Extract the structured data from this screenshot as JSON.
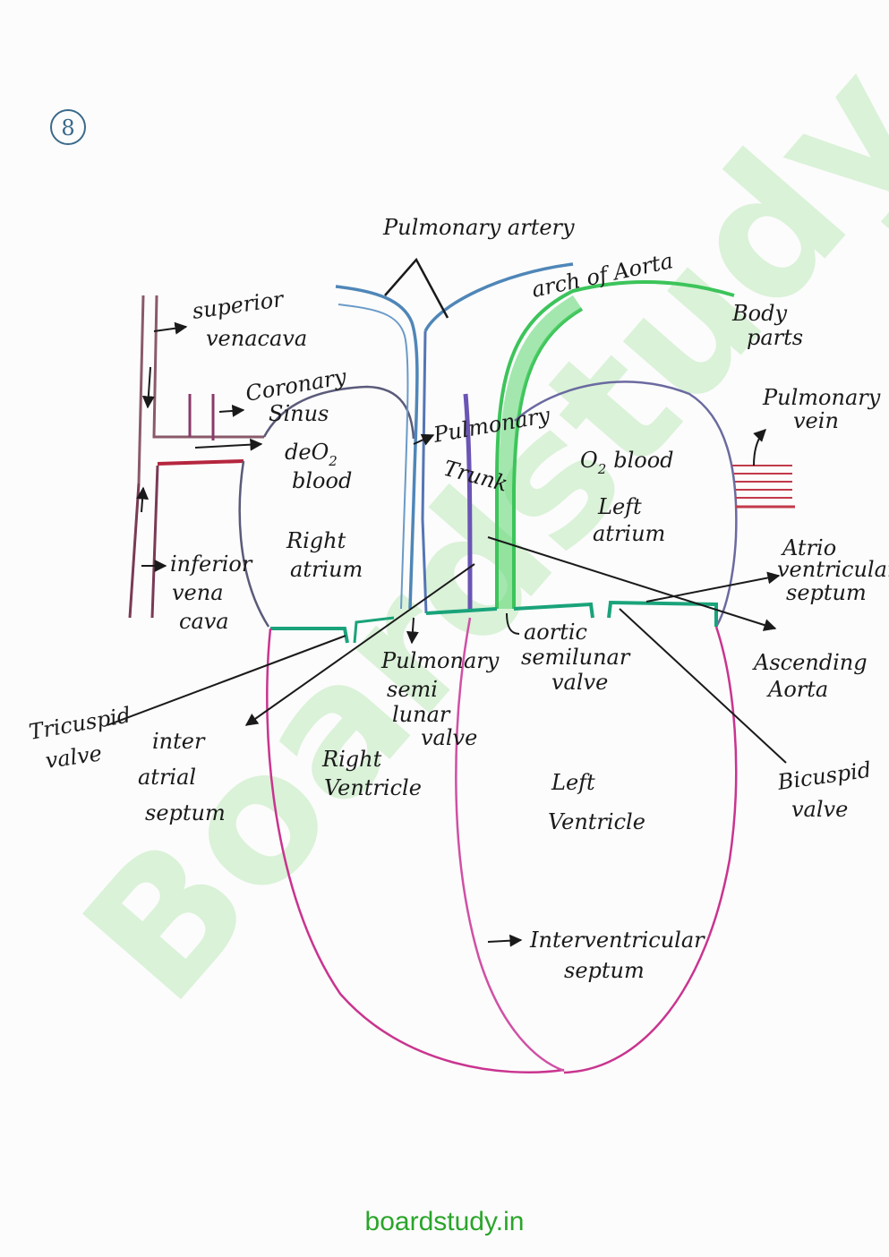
{
  "page_number": "8",
  "watermark": "Boardstudy",
  "footer_text": "boardstudy.in",
  "colors": {
    "ink": "#1a1a1a",
    "blue_vessel": "#4f86b8",
    "purple_vessel": "#6a55b5",
    "green_aorta": "#3cc45a",
    "red_vessel": "#c23a4a",
    "ventricle_pink": "#c9348f",
    "valve_green": "#1aa37a",
    "grey_vein": "#7a7a9a",
    "watermark": "#cdeec9",
    "footer": "#2aa52a"
  },
  "labels": {
    "pulmonary_artery": "Pulmonary artery",
    "arch_of_aorta": "arch of Aorta",
    "superior_vena_cava": [
      "superior",
      "venacava"
    ],
    "body_parts": [
      "Body",
      "parts"
    ],
    "coronary_sinus": [
      "Coronary",
      "Sinus"
    ],
    "pulmonary_vein": [
      "Pulmonary",
      "vein"
    ],
    "deo2_blood": [
      "deO",
      "blood"
    ],
    "deo2_subscript": "2",
    "pulmonary_trunk": [
      "Pulmonary",
      "Trunk"
    ],
    "o2_blood": "blood",
    "o2_prefix": "O",
    "o2_subscript": "2",
    "left_atrium": [
      "Left",
      "atrium"
    ],
    "right_atrium": [
      "Right",
      "atrium"
    ],
    "inferior_vena_cava": [
      "inferior",
      "vena",
      "cava"
    ],
    "atrio_ventricular_septum": [
      "Atrio",
      "ventricular",
      "septum"
    ],
    "aortic_semilunar_valve": [
      "aortic",
      "semilunar",
      "valve"
    ],
    "ascending_aorta": [
      "Ascending",
      "Aorta"
    ],
    "pulmonary_semilunar_valve": [
      "Pulmonary",
      "semi",
      "lunar",
      "valve"
    ],
    "tricuspid_valve": [
      "Tricuspid",
      "valve"
    ],
    "inter_atrial_septum": [
      "inter",
      "atrial",
      "septum"
    ],
    "right_ventricle": [
      "Right",
      "Ventricle"
    ],
    "left_ventricle": [
      "Left",
      "Ventricle"
    ],
    "bicuspid_valve": [
      "Bicuspid",
      "valve"
    ],
    "interventricular_septum": [
      "Interventricular",
      "septum"
    ]
  }
}
